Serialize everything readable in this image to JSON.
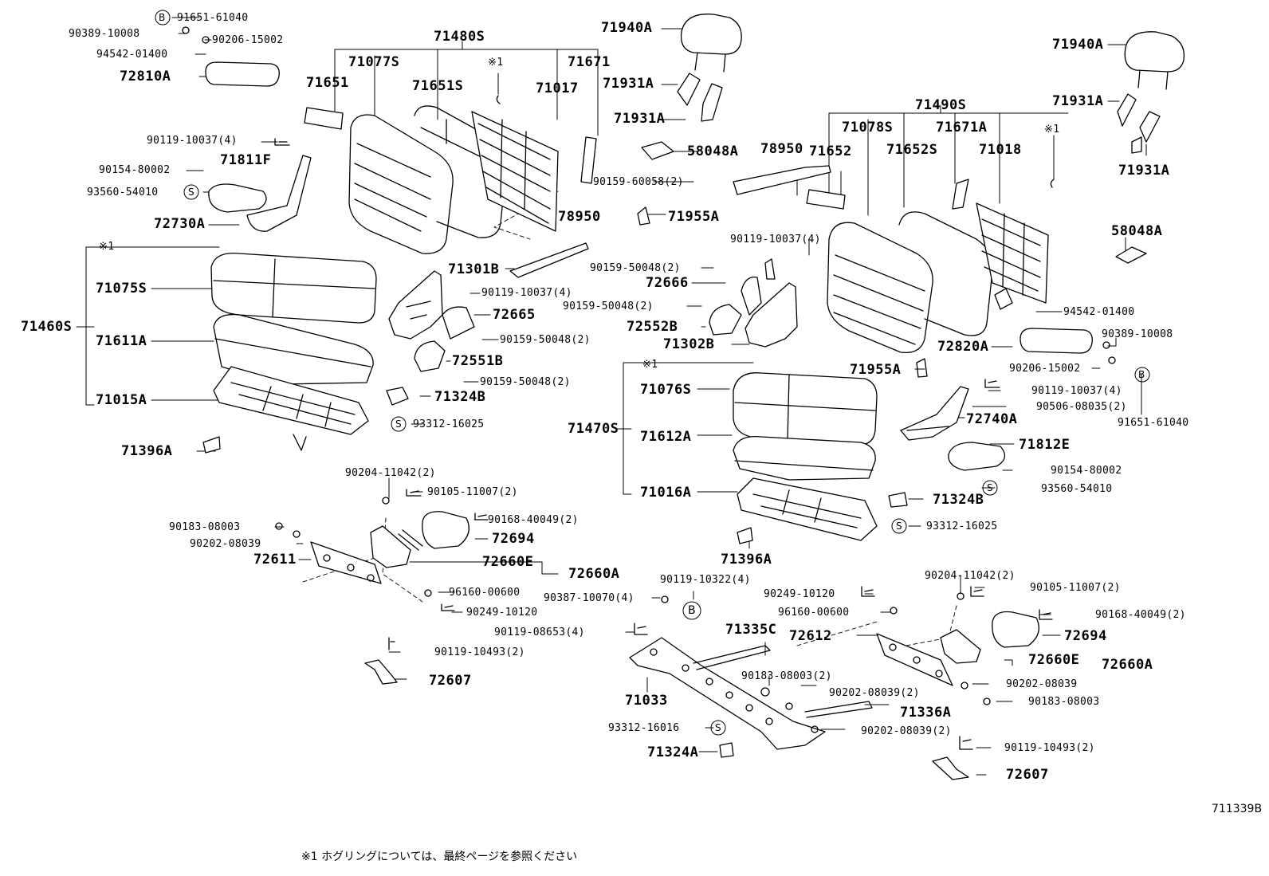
{
  "figure_ref": "711339B",
  "footnote": "※1 ホグリングについては、最終ページを参照ください",
  "symbols": {
    "b": "B",
    "s": "S",
    "note": "※1"
  },
  "labels": {
    "l_91651_61040_a": "91651-61040",
    "l_90389_10008_a": "90389-10008",
    "l_90206_15002_a": "90206-15002",
    "l_94542_01400_a": "94542-01400",
    "l_72810A": "72810A",
    "l_71480S": "71480S",
    "l_71077S": "71077S",
    "l_71671": "71671",
    "l_71651": "71651",
    "l_71651S": "71651S",
    "l_71017": "71017",
    "l_note1_a": "※1",
    "l_71940A_a": "71940A",
    "l_71931A_a": "71931A",
    "l_71931A_b": "71931A",
    "l_58048A_a": "58048A",
    "l_78950_a": "78950",
    "l_71652": "71652",
    "l_90159_60058": "90159-60058(2)",
    "l_78950_b": "78950",
    "l_71955A_a": "71955A",
    "l_90119_10037_a": "90119-10037(4)",
    "l_71811F": "71811F",
    "l_90154_80002_a": "90154-80002",
    "l_93560_54010_a": "93560-54010",
    "l_72730A": "72730A",
    "l_note1_b": "※1",
    "l_71075S": "71075S",
    "l_71460S": "71460S",
    "l_71611A": "71611A",
    "l_71015A": "71015A",
    "l_71396A_a": "71396A",
    "l_71301B": "71301B",
    "l_90119_10037_b": "90119-10037(4)",
    "l_72665": "72665",
    "l_90159_50048_a": "90159-50048(2)",
    "l_72551B": "72551B",
    "l_90159_50048_b": "90159-50048(2)",
    "l_71324B_a": "71324B",
    "l_93312_16025_a": "93312-16025",
    "l_71940A_b": "71940A",
    "l_71931A_c": "71931A",
    "l_71931A_d": "71931A",
    "l_71490S": "71490S",
    "l_71078S": "71078S",
    "l_71671A": "71671A",
    "l_note1_c": "※1",
    "l_71652S": "71652S",
    "l_71018": "71018",
    "l_58048A_b": "58048A",
    "l_90119_10037_c": "90119-10037(4)",
    "l_90159_50048_c": "90159-50048(2)",
    "l_72666": "72666",
    "l_90159_50048_d": "90159-50048(2)",
    "l_72552B": "72552B",
    "l_71302B": "71302B",
    "l_94542_01400_b": "94542-01400",
    "l_90389_10008_b": "90389-10008",
    "l_72820A": "72820A",
    "l_71955A_b": "71955A",
    "l_90206_15002_b": "90206-15002",
    "l_90119_10037_d": "90119-10037(4)",
    "l_90506_08035": "90506-08035(2)",
    "l_72740A": "72740A",
    "l_91651_61040_b": "91651-61040",
    "l_note1_d": "※1",
    "l_71076S": "71076S",
    "l_71470S": "71470S",
    "l_71612A": "71612A",
    "l_71812E": "71812E",
    "l_90154_80002_b": "90154-80002",
    "l_93560_54010_b": "93560-54010",
    "l_71016A": "71016A",
    "l_71324B_b": "71324B",
    "l_93312_16025_b": "93312-16025",
    "l_71396A_b": "71396A",
    "l_90204_11042_a": "90204-11042(2)",
    "l_90105_11007_a": "90105-11007(2)",
    "l_90183_08003_a": "90183-08003",
    "l_90168_40049_a": "90168-40049(2)",
    "l_90202_08039_a": "90202-08039",
    "l_72694_a": "72694",
    "l_72611": "72611",
    "l_72660E_a": "72660E",
    "l_72660A_a": "72660A",
    "l_96160_00600_a": "96160-00600",
    "l_90249_10120_a": "90249-10120",
    "l_90119_10493_a": "90119-10493(2)",
    "l_72607_a": "72607",
    "l_90119_10322": "90119-10322(4)",
    "l_90387_10070": "90387-10070(4)",
    "l_90119_08653": "90119-08653(4)",
    "l_71335C": "71335C",
    "l_71033": "71033",
    "l_90183_08003_b": "90183-08003(2)",
    "l_90202_08039_b": "90202-08039(2)",
    "l_71336A": "71336A",
    "l_93312_16016": "93312-16016",
    "l_90202_08039_c": "90202-08039(2)",
    "l_71324A": "71324A",
    "l_90204_11042_b": "90204-11042(2)",
    "l_90249_10120_b": "90249-10120",
    "l_90105_11007_b": "90105-11007(2)",
    "l_96160_00600_b": "96160-00600",
    "l_90168_40049_b": "90168-40049(2)",
    "l_72612": "72612",
    "l_72694_b": "72694",
    "l_72660E_b": "72660E",
    "l_72660A_b": "72660A",
    "l_90202_08039_d": "90202-08039",
    "l_90183_08003_c": "90183-08003",
    "l_90119_10493_b": "90119-10493(2)",
    "l_72607_b": "72607"
  }
}
